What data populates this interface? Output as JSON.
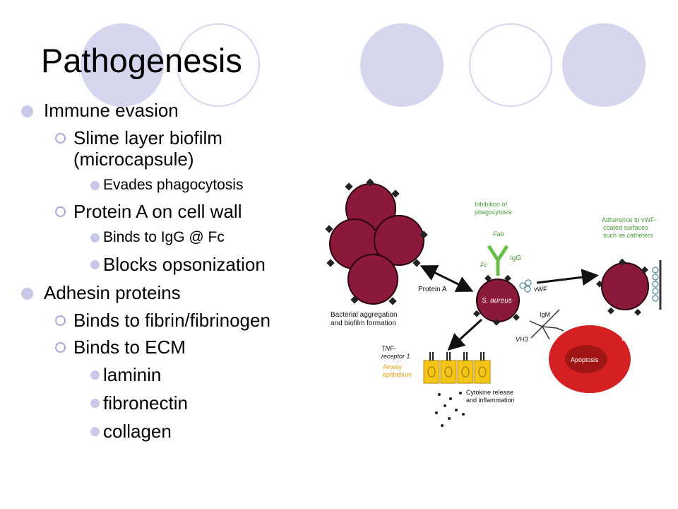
{
  "slide": {
    "title": "Pathogenesis",
    "bullets": {
      "immune_evasion": "Immune evasion",
      "slime_layer": "Slime layer biofilm (microcapsule)",
      "evades_phagocytosis": "Evades phagocytosis",
      "protein_a": "Protein A on cell wall",
      "binds_igg": "Binds to IgG @ Fc",
      "blocks_opsonization": "Blocks opsonization",
      "adhesin_proteins": "Adhesin proteins",
      "binds_fibrin": "Binds to fibrin/fibrinogen",
      "binds_ecm": "Binds to ECM",
      "laminin": "laminin",
      "fibronectin": "fibronectin",
      "collagen": "collagen"
    }
  },
  "diagram": {
    "labels": {
      "inhibition": [
        "Inhibition of",
        "phagocytosis"
      ],
      "fab": "Fab",
      "fc": "Fc",
      "igg": "IgG",
      "adherence": [
        "Adherence to vWF-",
        "coated surfaces",
        "such as catheters"
      ],
      "protein_a": "Protein A",
      "s_aureus": "S. aureus",
      "vwf": "vWF",
      "bacterial": [
        "Bacterial aggregation",
        "and biofilm formation"
      ],
      "igm": "IgM",
      "vh3": "VH3",
      "b_cell": "B-cell",
      "apoptosis": "Apoptosis",
      "tnf": [
        "TNF-",
        "receptor 1"
      ],
      "airway": [
        "Airway",
        "epithelium"
      ],
      "cytokine": [
        "Cytokine release",
        "and inflammation"
      ]
    },
    "colors": {
      "bacterium": "#8b1a3a",
      "spike": "#222222",
      "green_label": "#4a9a3a",
      "igg": "#6abf4b",
      "bcell": "#d42020",
      "epithelium": "#f5c518",
      "accent_circle": "#d6d6ee"
    }
  }
}
